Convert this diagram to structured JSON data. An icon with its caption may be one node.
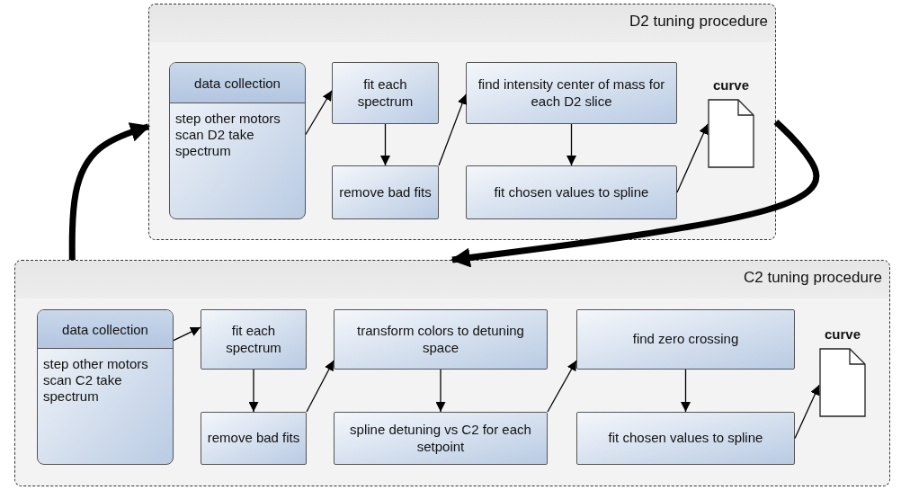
{
  "diagram": {
    "nodes": [
      {
        "text": [
          "D2 tuning procedure"
        ]
      },
      {
        "text": [
          "data collection",
          "step other motors scan D2 take spectrum"
        ],
        "in": 0
      },
      {
        "text": [
          "fit each spectrum"
        ],
        "in": 0
      },
      {
        "text": [
          "remove bad fits"
        ],
        "in": 0
      },
      {
        "text": [
          "find intensity center of mass for each D2 slice"
        ],
        "in": 0
      },
      {
        "text": [
          "fit chosen values to spline"
        ],
        "in": 0
      },
      {
        "text": [
          "curve"
        ],
        "in": 0
      },
      {
        "text": [
          "C2 tuning procedure"
        ]
      },
      {
        "text": [
          "data collection",
          "step other motors scan C2 take spectrum"
        ],
        "in": 7
      },
      {
        "text": [
          "fit each spectrum"
        ],
        "in": 7
      },
      {
        "text": [
          "remove bad fits"
        ],
        "in": 7
      },
      {
        "text": [
          "transform colors to detuning space"
        ],
        "in": 7
      },
      {
        "text": [
          "spline detuning vs C2 for each setpoint"
        ],
        "in": 7
      },
      {
        "text": [
          "find zero crossing"
        ],
        "in": 7
      },
      {
        "text": [
          "fit chosen values to spline"
        ],
        "in": 7
      },
      {
        "text": [
          "curve"
        ],
        "in": 7
      }
    ],
    "edges": [
      {
        "from": 1,
        "to": 2,
        "arrow": "to"
      },
      {
        "from": 2,
        "to": 3,
        "arrow": "to"
      },
      {
        "from": 3,
        "to": 4,
        "arrow": "to"
      },
      {
        "from": 4,
        "to": 5,
        "arrow": "to"
      },
      {
        "from": 5,
        "to": 6,
        "arrow": "to"
      },
      {
        "from": 0,
        "to": 7,
        "arrow": "to",
        "style": "thick"
      },
      {
        "from": 7,
        "to": 0,
        "arrow": "to",
        "style": "thick"
      },
      {
        "from": 8,
        "to": 9,
        "arrow": "to"
      },
      {
        "from": 9,
        "to": 10,
        "arrow": "to"
      },
      {
        "from": 10,
        "to": 11,
        "arrow": "to"
      },
      {
        "from": 11,
        "to": 12,
        "arrow": "to"
      },
      {
        "from": 12,
        "to": 13,
        "arrow": "to"
      },
      {
        "from": 13,
        "to": 14,
        "arrow": "to"
      },
      {
        "from": 14,
        "to": 15,
        "arrow": "to"
      }
    ]
  }
}
